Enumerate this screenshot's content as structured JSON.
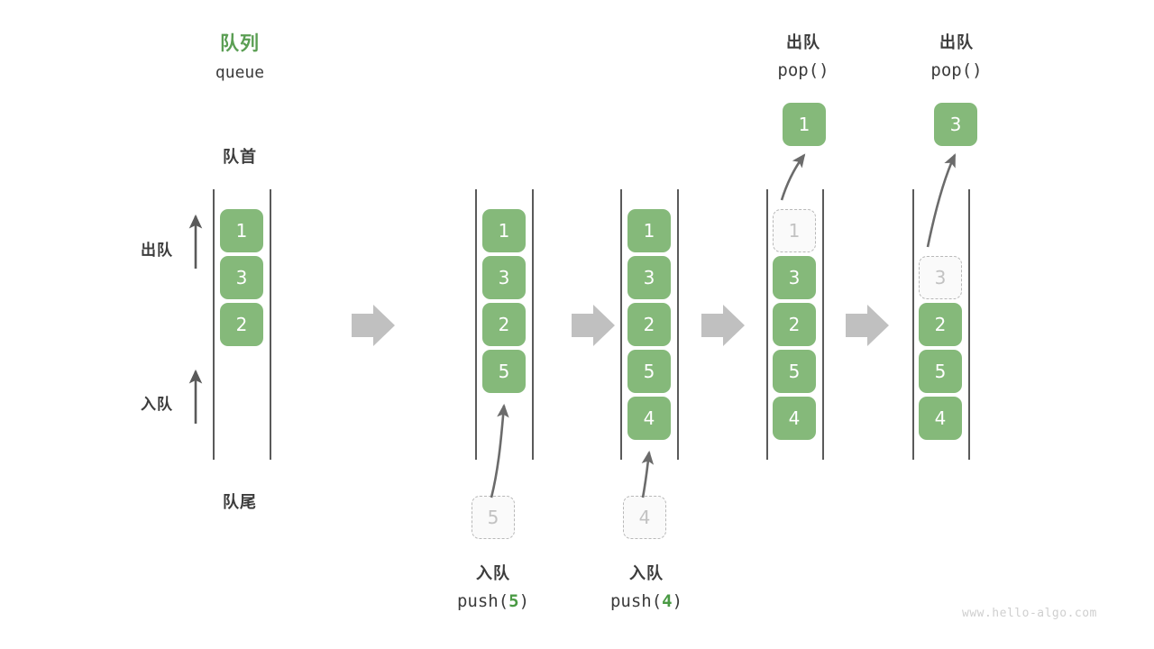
{
  "diagram": {
    "title_cn": "队列",
    "title_code": "queue",
    "front_label": "队首",
    "rear_label": "队尾",
    "dequeue_label": "出队",
    "enqueue_label": "入队",
    "watermark": "www.hello-algo.com",
    "accent_green": "#85b97a",
    "title_green": "#5a9e53",
    "ghost_gray": "#c2c2c2",
    "rail_gray": "#5a5a5a",
    "arrow_gray": "#6b6b6b",
    "block_arrow_gray": "#c0c0c0"
  },
  "panels": [
    {
      "id": "initial",
      "cells": [
        "1",
        "3",
        "2"
      ],
      "ghost_index": -1,
      "caption_cn": "",
      "caption_code": "",
      "caption_code_value": "",
      "header_cn": "",
      "header_code": "",
      "popped_value": "",
      "pushed_value": ""
    },
    {
      "id": "after-push-5",
      "cells": [
        "1",
        "3",
        "2",
        "5"
      ],
      "ghost_index": -1,
      "caption_cn": "入队",
      "caption_code_prefix": "push(",
      "caption_code_value": "5",
      "caption_code_suffix": ")",
      "header_cn": "",
      "header_code": "",
      "popped_value": "",
      "pushed_value": "5"
    },
    {
      "id": "after-push-4",
      "cells": [
        "1",
        "3",
        "2",
        "5",
        "4"
      ],
      "ghost_index": -1,
      "caption_cn": "入队",
      "caption_code_prefix": "push(",
      "caption_code_value": "4",
      "caption_code_suffix": ")",
      "header_cn": "",
      "header_code": "",
      "popped_value": "",
      "pushed_value": "4"
    },
    {
      "id": "after-pop-1",
      "cells": [
        "1",
        "3",
        "2",
        "5",
        "4"
      ],
      "ghost_index": 0,
      "caption_cn": "",
      "caption_code": "",
      "header_cn": "出队",
      "header_code": "pop()",
      "popped_value": "1",
      "pushed_value": ""
    },
    {
      "id": "after-pop-3",
      "cells": [
        "3",
        "2",
        "5",
        "4"
      ],
      "ghost_index": 0,
      "caption_cn": "",
      "caption_code": "",
      "header_cn": "出队",
      "header_code": "pop()",
      "popped_value": "3",
      "pushed_value": ""
    }
  ]
}
